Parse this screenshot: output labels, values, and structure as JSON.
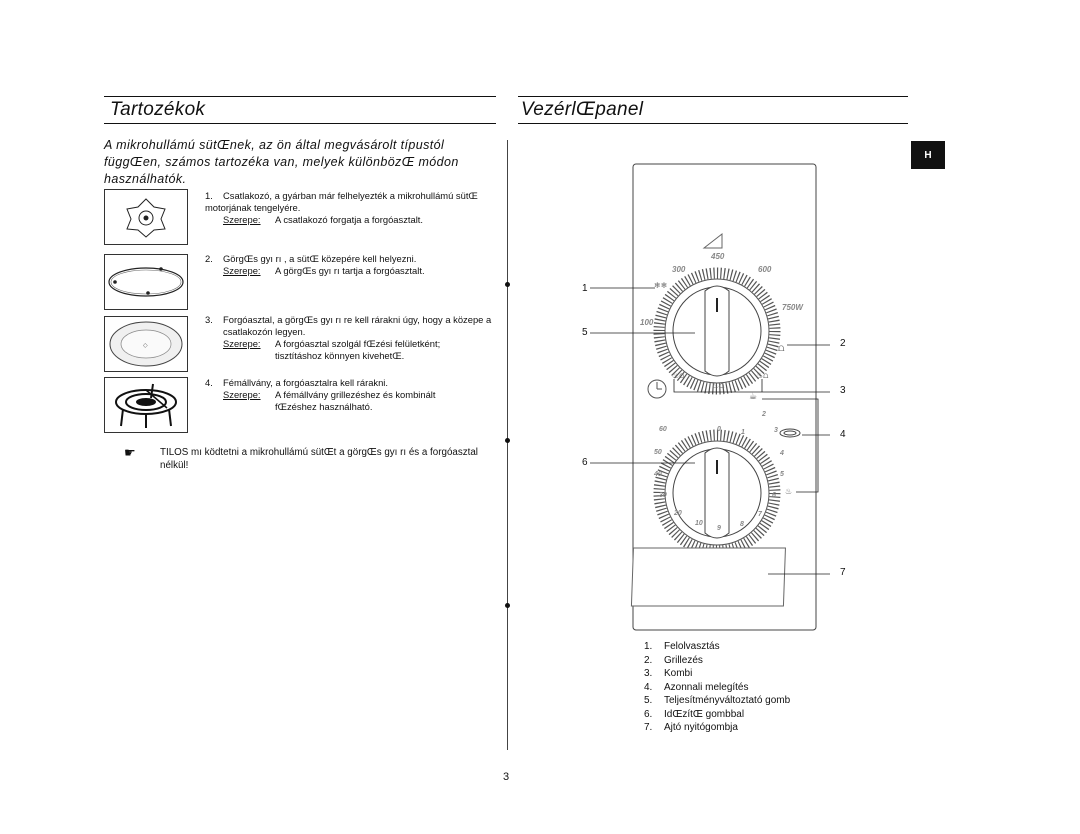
{
  "left": {
    "title": "Tartozékok",
    "intro": "A mikrohullámú sütŒnek, az ön által megvásárolt típustól függŒen, számos tartozéka van, melyek különbözŒ módon használhatók.",
    "items": [
      {
        "num": "1.",
        "text": "Csatlakozó, a gyárban már felhelyezték a mikrohullámú sütŒ motorjának tengelyére.",
        "role_label": "Szerepe:",
        "role_text": "A csatlakozó forgatja a forgóasztalt."
      },
      {
        "num": "2.",
        "text": "GörgŒs gyı rı , a sütŒ közepére kell helyezni.",
        "role_label": "Szerepe:",
        "role_text": "A görgŒs gyı rı tartja a forgóasztalt."
      },
      {
        "num": "3.",
        "text": "Forgóasztal, a görgŒs gyı rı re kell rárakni úgy, hogy a közepe a csatlakozón legyen.",
        "role_label": "Szerepe:",
        "role_text": "A forgóasztal szolgál fŒzési felületként; tisztításhoz könnyen kivehetŒ."
      },
      {
        "num": "4.",
        "text": "Fémállvány, a forgóasztalra kell rárakni.",
        "role_label": "Szerepe:",
        "role_text": "A fémállvány grillezéshez és kombinált fŒzéshez használható."
      }
    ],
    "note_symbol": "☛",
    "note": "TILOS mı ködtetni a mikrohullámú sütŒt a görgŒs gyı rı és a forgóasztal nélkül!"
  },
  "right": {
    "title": "VezérlŒpanel",
    "tab": "H",
    "power_labels": [
      "100",
      "300",
      "450",
      "600",
      "750W"
    ],
    "timer_labels": [
      "0",
      "1",
      "2",
      "3",
      "4",
      "5",
      "6",
      "7",
      "8",
      "9",
      "10",
      "20",
      "30",
      "40",
      "50",
      "60"
    ],
    "callouts": [
      "1",
      "2",
      "3",
      "4",
      "5",
      "6",
      "7"
    ],
    "legend": [
      {
        "num": "1.",
        "text": "Felolvasztás"
      },
      {
        "num": "2.",
        "text": "Grillezés"
      },
      {
        "num": "3.",
        "text": "Kombi"
      },
      {
        "num": "4.",
        "text": "Azonnali melegítés"
      },
      {
        "num": "5.",
        "text": "Teljesítményváltoztató gomb"
      },
      {
        "num": "6.",
        "text": "IdŒzítŒ gombbal"
      },
      {
        "num": "7.",
        "text": "Ajtó nyitógombja"
      }
    ]
  },
  "page_number": "3"
}
